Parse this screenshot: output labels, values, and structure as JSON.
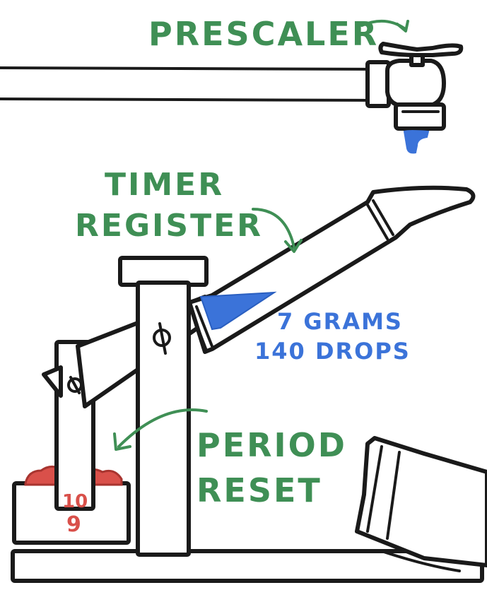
{
  "labels": {
    "prescaler": "PRESCALER",
    "timer_line1": "TIMER",
    "timer_line2": "REGISTER",
    "amount_line1": "7 GRAMS",
    "amount_line2": "140 DROPS",
    "period_line1": "PERIOD",
    "period_line2": "RESET",
    "counter_top": "10",
    "counter_bottom": "9"
  },
  "colors": {
    "ink": "#1a1a1a",
    "label_green": "#3f8f55",
    "water_blue": "#3b73d9",
    "counter_red": "#d9504a"
  }
}
